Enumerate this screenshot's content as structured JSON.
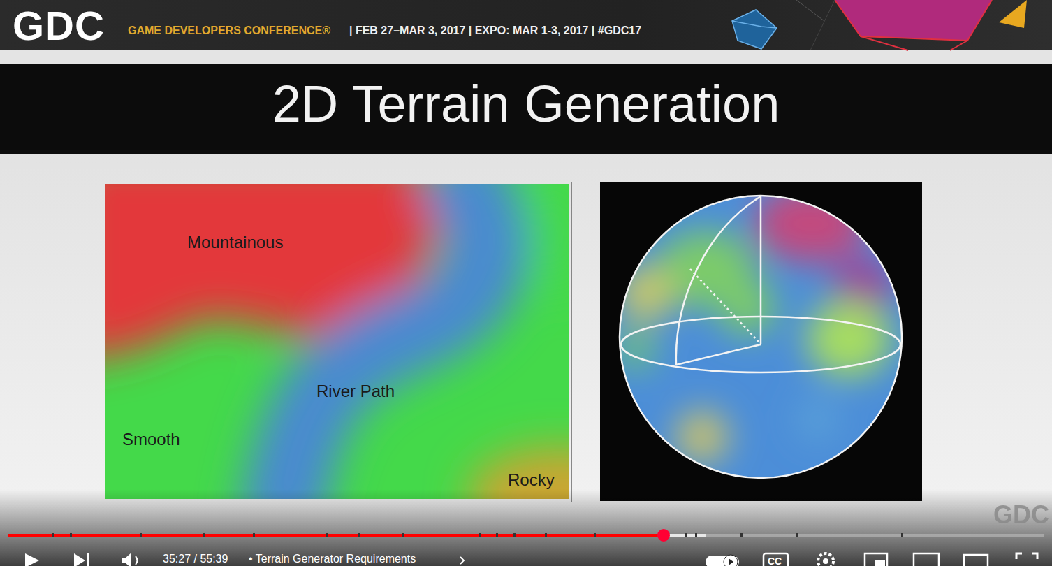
{
  "diagram": {
    "title": "2D Terrain Generation",
    "labels": [
      "GDC",
      "GAME DEVELOPERS CONFERENCE®",
      "| FEB 27–MAR 3, 2017 | EXPO: MAR 1-3, 2017 | #GDC17",
      "Mountainous",
      "River Path",
      "Smooth",
      "Rocky",
      "35:27 / 55:39",
      "• Terrain Generator Requirements",
      "CC",
      "GDC"
    ]
  }
}
